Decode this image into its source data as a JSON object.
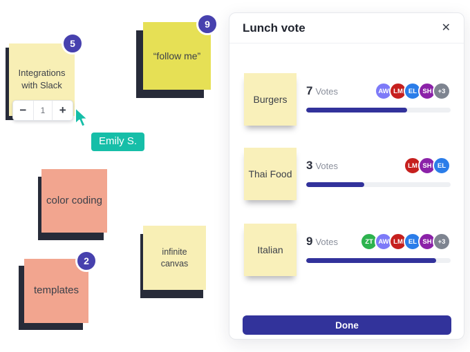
{
  "colors": {
    "accent_indigo": "#32339B",
    "badge_indigo": "#4741AE",
    "cursor_teal": "#16BEA8",
    "sticky_pale_yellow": "#F8EFB5",
    "sticky_bright_yellow": "#E6E055",
    "sticky_salmon": "#F2A58F",
    "sticky_shadow_navy": "#272B39",
    "progress_track": "#EEF0F3"
  },
  "board": {
    "stickies": [
      {
        "text": "Integrations with Slack",
        "color": "#F8EFB5",
        "badge": "5"
      },
      {
        "text": "“follow me”",
        "color": "#E6E055",
        "badge": "9"
      },
      {
        "text": "color coding",
        "color": "#F2A58F"
      },
      {
        "text": "templates",
        "color": "#F2A58F",
        "badge": "2"
      },
      {
        "text": "infinite canvas",
        "color": "#F8EFB5"
      }
    ],
    "stepper": {
      "minus": "−",
      "value": "1",
      "plus": "+"
    },
    "cursor_label": "Emily S."
  },
  "panel": {
    "title": "Lunch vote",
    "close": "✕",
    "rows": [
      {
        "option": "Burgers",
        "votes": "7",
        "votes_label": "Votes",
        "fill": "70%",
        "avatars": [
          {
            "initials": "AW",
            "color": "#7D7AF8"
          },
          {
            "initials": "LM",
            "color": "#C6201E"
          },
          {
            "initials": "EL",
            "color": "#2B7DE9"
          },
          {
            "initials": "SH",
            "color": "#8B22A8"
          },
          {
            "initials": "+3",
            "color": "#7E8490"
          }
        ]
      },
      {
        "option": "Thai Food",
        "votes": "3",
        "votes_label": "Votes",
        "fill": "40%",
        "avatars": [
          {
            "initials": "LM",
            "color": "#C6201E"
          },
          {
            "initials": "SH",
            "color": "#8B22A8"
          },
          {
            "initials": "EL",
            "color": "#2B7DE9"
          }
        ]
      },
      {
        "option": "Italian",
        "votes": "9",
        "votes_label": "Votes",
        "fill": "90%",
        "avatars": [
          {
            "initials": "ZT",
            "color": "#2DB34E"
          },
          {
            "initials": "AW",
            "color": "#7D7AF8"
          },
          {
            "initials": "LM",
            "color": "#C6201E"
          },
          {
            "initials": "EL",
            "color": "#2B7DE9"
          },
          {
            "initials": "SH",
            "color": "#8B22A8"
          },
          {
            "initials": "+3",
            "color": "#7E8490"
          }
        ]
      }
    ],
    "done_label": "Done"
  }
}
